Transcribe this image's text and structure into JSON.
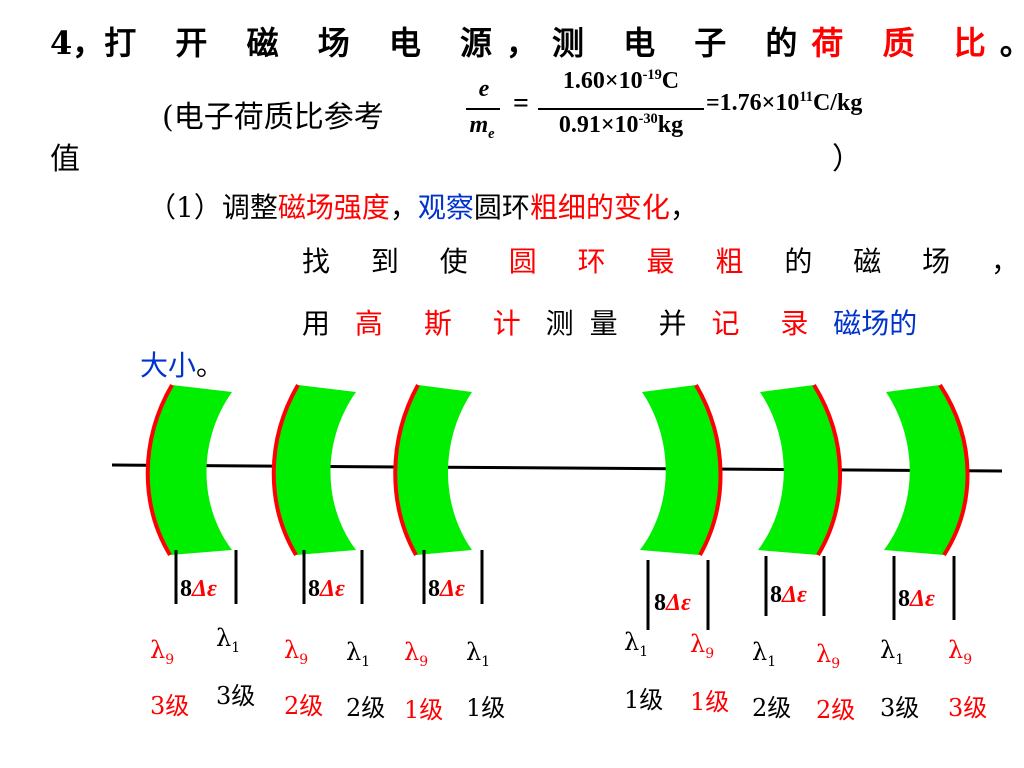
{
  "heading": {
    "num": "4，",
    "text": "打 开 磁 场 电 源，测 电 子 的",
    "red": "荷 质 比",
    "end": "。"
  },
  "ref": {
    "open": "(电子荷质比参考",
    "val": "值",
    "close": "）"
  },
  "formula": {
    "e": "e",
    "me": "m",
    "me_sub": "e",
    "eq1": "=",
    "num": "1.60×10",
    "num_exp": "-19",
    "num_unit": "C",
    "den": "0.91×10",
    "den_exp": "-30",
    "den_unit": "kg",
    "res": "=1.76×10",
    "res_exp": "11",
    "res_unit": "C/kg"
  },
  "step1": {
    "a": "（1）调整",
    "b": "磁场强度",
    "c": "，",
    "d": "观察",
    "e": "圆环",
    "f": "粗细的变化",
    "g": "，"
  },
  "line2": {
    "a": "找 到 使",
    "b": "圆 环 最 粗",
    "c": "的 磁 场 ，"
  },
  "line3": {
    "a": "用",
    "b": "高 斯 计",
    "c": "测量 并",
    "d": "记 录",
    "e": "磁场的"
  },
  "line4": {
    "a": "大小",
    "b": "。"
  },
  "diagram": {
    "delta_label": "8",
    "delta_sym": "Δε",
    "lambda": "λ",
    "sub9": "9",
    "sub1": "1",
    "labels": [
      {
        "lambda_sub": "9",
        "order": "3级",
        "red": true
      },
      {
        "lambda_sub": "1",
        "order": "3级",
        "red": false
      },
      {
        "lambda_sub": "9",
        "order": "2级",
        "red": true
      },
      {
        "lambda_sub": "1",
        "order": "2级",
        "red": false
      },
      {
        "lambda_sub": "9",
        "order": "1级",
        "red": true
      },
      {
        "lambda_sub": "1",
        "order": "1级",
        "red": false
      },
      {
        "lambda_sub": "1",
        "order": "1级",
        "red": false
      },
      {
        "lambda_sub": "9",
        "order": "1级",
        "red": true
      },
      {
        "lambda_sub": "1",
        "order": "2级",
        "red": false
      },
      {
        "lambda_sub": "9",
        "order": "2级",
        "red": true
      },
      {
        "lambda_sub": "1",
        "order": "3级",
        "red": false
      },
      {
        "lambda_sub": "9",
        "order": "3级",
        "red": true
      }
    ],
    "colors": {
      "ring": "#00ee00",
      "edge": "#ff0000",
      "line": "#000000"
    }
  }
}
